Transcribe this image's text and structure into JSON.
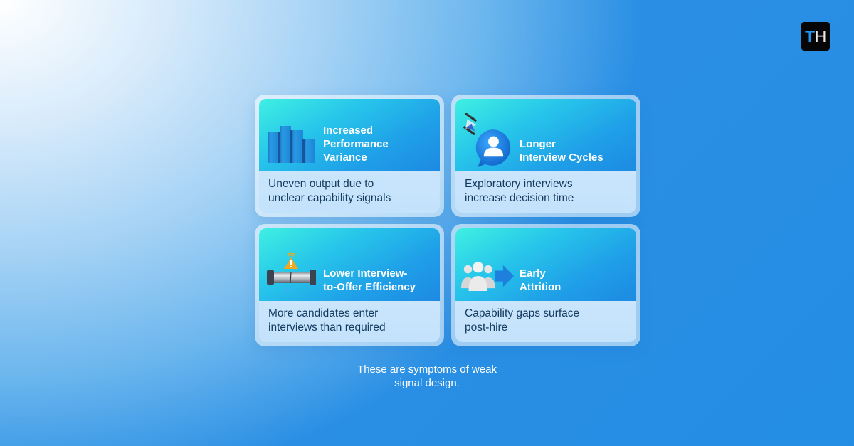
{
  "brand": {
    "logo_t": "T",
    "logo_h": "H"
  },
  "cards": [
    {
      "title": "Increased\nPerformance\nVariance",
      "description": "Uneven output due to\nunclear capability signals",
      "icon": "bar-chart-icon"
    },
    {
      "title": "Longer\nInterview Cycles",
      "description": "Exploratory interviews\nincrease decision time",
      "icon": "hourglass-user-chat-icon"
    },
    {
      "title": "Lower Interview-\nto-Offer Efficiency",
      "description": "More candidates enter\ninterviews than required",
      "icon": "leaking-pipe-warning-icon"
    },
    {
      "title": "Early\nAttrition",
      "description": "Capability gaps surface\npost-hire",
      "icon": "people-exit-arrow-icon"
    }
  ],
  "footer": {
    "text": "These are symptoms of weak\nsignal design."
  },
  "colors": {
    "card_gradient_start": "#3ff0e2",
    "card_gradient_end": "#1e8ae2",
    "description_text": "#133a5e",
    "logo_accent": "#2196f3"
  }
}
